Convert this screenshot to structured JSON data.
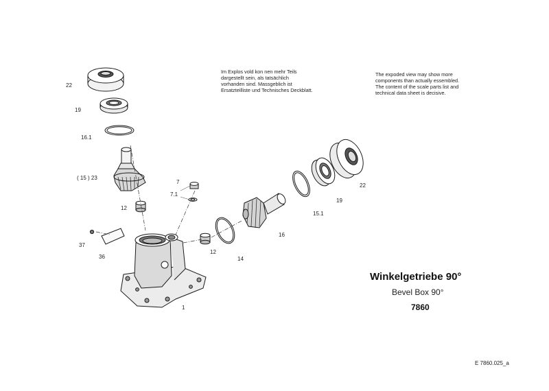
{
  "notes": {
    "german": "Im Explos vold kon nen mehr Teils\ndargestellt sein, als tatsächlich\nvorhanden sind. Massgeblich ist\nErsatzteilliste und Technisches Deckblatt.",
    "english": "The expoded view may show more\ncomponents than actually essembled.\nThe content of the scale parts list and\ntechnical data sheet is decisive."
  },
  "title": {
    "german": "Winkelgetriebe  90°",
    "english": "Bevel Box  90°",
    "number": "7860"
  },
  "document_ref": "E  7860.025_a",
  "part_labels": {
    "p22_top": "22",
    "p19": "19",
    "p16_1": "16.1",
    "p15_23": "( 15 ) 23",
    "p7": "7",
    "p7_1": "7.1",
    "p12_left": "12",
    "p37": "37",
    "p36": "36",
    "p12_mid": "12",
    "p14": "14",
    "p1": "1",
    "p16": "16",
    "p15_1": "15.1",
    "p19_right": "19",
    "p22_right": "22"
  }
}
